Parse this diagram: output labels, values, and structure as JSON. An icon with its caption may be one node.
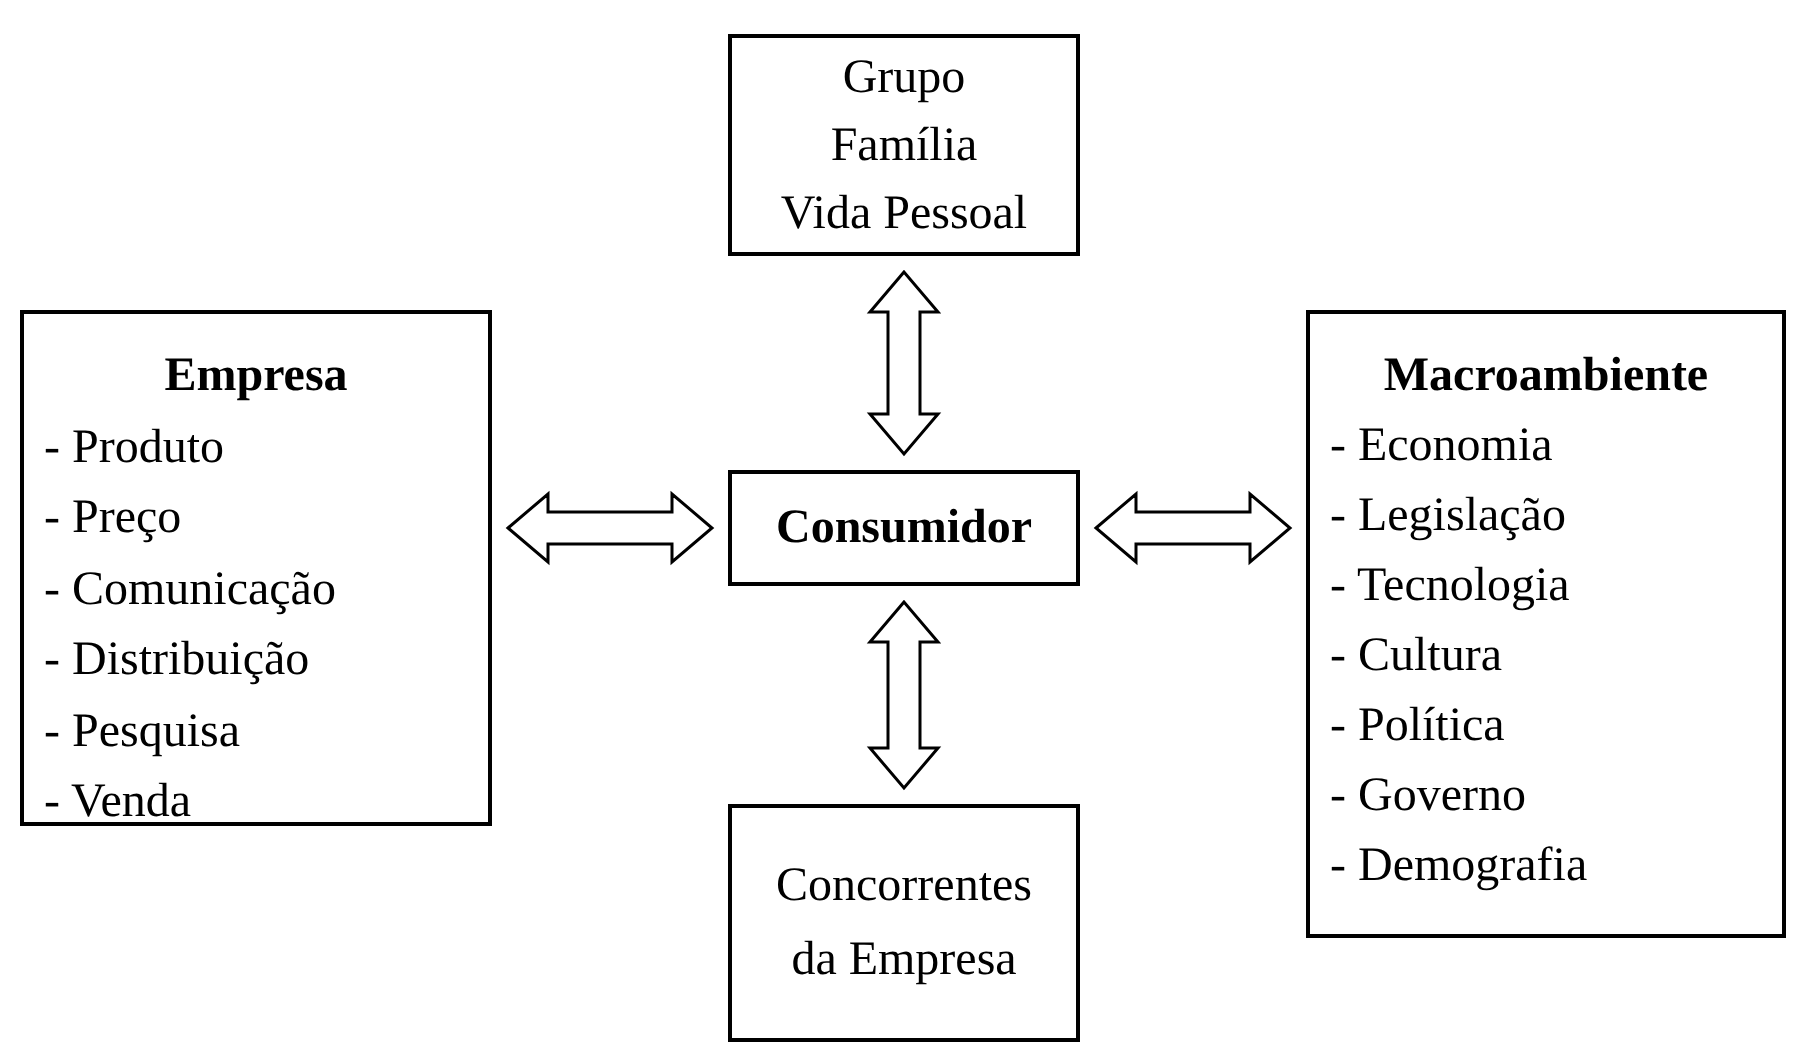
{
  "diagram": {
    "nodes": [
      {
        "text": [
          "Grupo",
          "Família",
          "Vida Pessoal"
        ]
      },
      {
        "text": [
          "Empresa",
          "- Produto",
          "- Preço",
          "- Comunicação",
          "- Distribuição",
          "- Pesquisa",
          "- Venda"
        ]
      },
      {
        "text": [
          "Consumidor"
        ]
      },
      {
        "text": [
          "Macroambiente",
          "- Economia",
          "- Legislação",
          "- Tecnologia",
          "- Cultura",
          "- Política",
          "- Governo",
          "- Demografia"
        ]
      },
      {
        "text": [
          "Concorrentes da Empresa"
        ]
      }
    ],
    "edges": [
      {
        "from": 0,
        "to": 2,
        "arrow": "both"
      },
      {
        "from": 1,
        "to": 2,
        "arrow": "both"
      },
      {
        "from": 2,
        "to": 3,
        "arrow": "both"
      },
      {
        "from": 2,
        "to": 4,
        "arrow": "both"
      }
    ]
  }
}
